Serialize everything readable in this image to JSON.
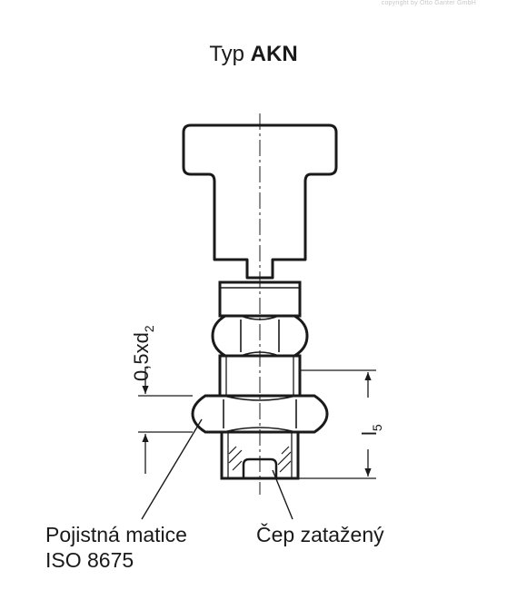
{
  "copyright": "copyright by Otto Ganter GmbH",
  "title": {
    "prefix": "Typ",
    "bold": "AKN"
  },
  "dimensions": {
    "left_main": "0,5xd",
    "left_sub": "2",
    "right_main": "l",
    "right_sub": "5"
  },
  "labels": {
    "lock_nut_line1": "Pojistná matice",
    "lock_nut_line2": "ISO 8675",
    "pin_loaded": "Čep zatažený"
  }
}
